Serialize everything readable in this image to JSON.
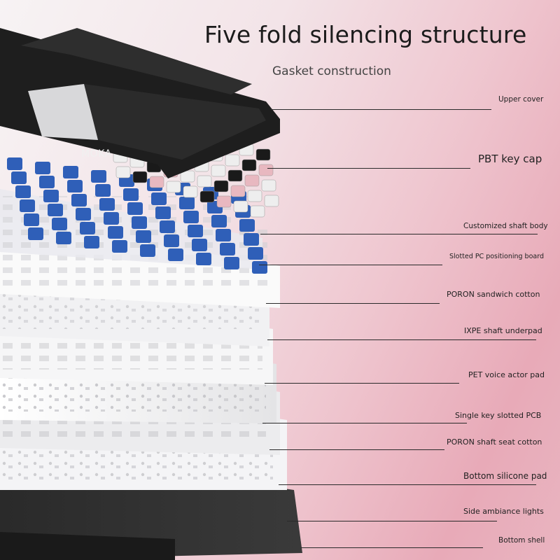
{
  "title": "Five fold silencing structure",
  "subtitle": "Gasket construction",
  "brand": "MOKA",
  "layers": [
    {
      "label": "Upper cover"
    },
    {
      "label": "PBT key cap"
    },
    {
      "label": "Customized shaft body"
    },
    {
      "label": "Slotted PC positioning board"
    },
    {
      "label": "PORON sandwich cotton"
    },
    {
      "label": "IXPE shaft underpad"
    },
    {
      "label": "PET voice actor pad"
    },
    {
      "label": "Single key slotted PCB"
    },
    {
      "label": "PORON shaft seat cotton"
    },
    {
      "label": "Bottom silicone pad"
    },
    {
      "label": "Side ambiance lights"
    },
    {
      "label": "Bottom shell"
    }
  ],
  "colors": {
    "frame": "#1e1e1e",
    "keycap_pink": "#e8b8c0",
    "keycap_white": "#eeeeee",
    "keycap_black": "#1a1a1a",
    "switch_blue": "#2f5fb8",
    "plate": "#f2f2f2"
  }
}
